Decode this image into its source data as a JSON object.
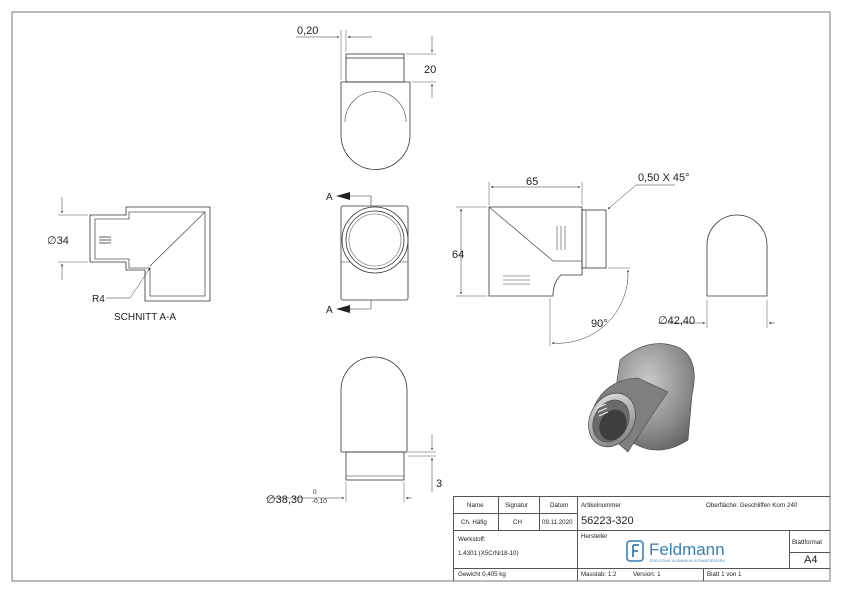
{
  "dimensions": {
    "top_wall": "0,20",
    "top_length": "20",
    "diameter_34": "34",
    "radius": "R4",
    "section_label": "SCHNITT A-A",
    "section_marker": "A",
    "width_65": "65",
    "height_64": "64",
    "chamfer": "0,50 X 45°",
    "angle": "90°",
    "diameter_42": "42,40",
    "diameter_38": "38,30",
    "tol_upper": "0",
    "tol_lower": "-0,10",
    "step_3": "3",
    "diameter_symbol": "∅"
  },
  "title_block": {
    "h_name": "Name",
    "h_signatur": "Signatur",
    "h_datum": "Datum",
    "name": "Ch. Häfig",
    "signatur": "CH",
    "datum": "09.11.2020",
    "artikelnummer_label": "Artikelnummer",
    "artikelnummer": "56223-320",
    "oberflaeche": "Oberfläche: Geschliffen Korn 240",
    "werkstoff_label": "Werkstoff:",
    "werkstoff": "1.4301 (X5CrNi18-10)",
    "hersteller_label": "Hersteller",
    "logo_name": "Feldmann",
    "logo_sub": "EDELSTAHL ALUMINIUM SCHMIEDEEISEN",
    "blattformat_label": "Blattformat",
    "blattformat": "A4",
    "gewicht": "Gewicht 0,405 kg",
    "massstab": "Masstab: 1:2",
    "version": "Version: 1",
    "blatt": "Blatt 1 von 1"
  }
}
